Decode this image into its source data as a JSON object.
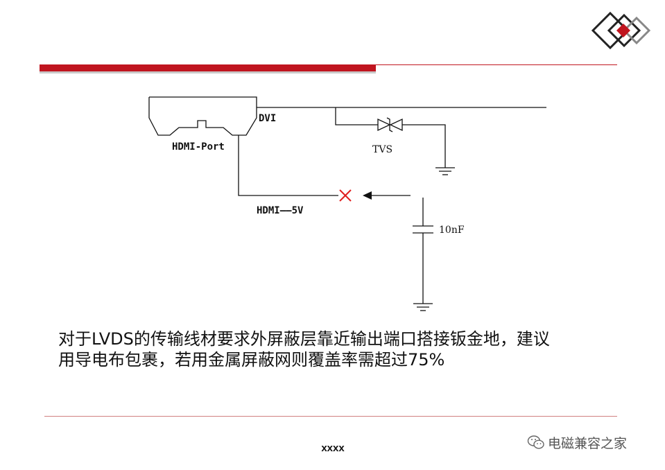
{
  "diagram": {
    "labels": {
      "dvi": "DVI",
      "hdmi_port": "HDMI-Port",
      "tvs": "TVS",
      "hdmi_5v": "HDMI——5V",
      "capacitor": "10nF"
    }
  },
  "caption": {
    "line1": "对于LVDS的传输线材要求外屏蔽层靠近输出端口搭接钣金地，建议",
    "line2": "用导电布包裹，若用金属屏蔽网则覆盖率需超过75%"
  },
  "footer": {
    "text": "xxxx",
    "watermark": "电磁兼容之家"
  },
  "colors": {
    "accent": "#c0151f",
    "cross_mark": "#e02020",
    "wire": "#111111"
  },
  "icons": {
    "logo": "diamond-logo-icon",
    "watermark": "wechat-icon"
  }
}
